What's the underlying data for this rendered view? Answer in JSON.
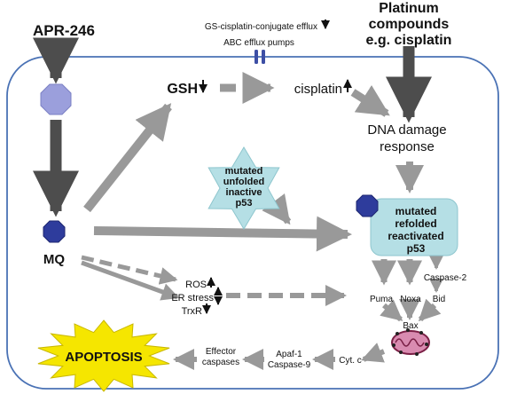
{
  "labels": {
    "apr246": "APR-246",
    "platinum_line1": "Platinum",
    "platinum_line2": "compounds",
    "platinum_line3": "e.g. cisplatin",
    "gs_efflux": "GS-cisplatin-conjugate efflux",
    "abc_pumps": "ABC efflux pumps",
    "gsh": "GSH",
    "cisplatin": "cisplatin",
    "ddr_line1": "DNA damage",
    "ddr_line2": "response",
    "mutated_unfolded_1": "mutated",
    "mutated_unfolded_2": "unfolded",
    "mutated_unfolded_3": "inactive",
    "mutated_unfolded_4": "p53",
    "mq": "MQ",
    "reactivated_1": "mutated",
    "reactivated_2": "refolded",
    "reactivated_3": "reactivated",
    "reactivated_4": "p53",
    "ros": "ROS",
    "er_stress": "ER stress",
    "trxr": "TrxR",
    "caspase2": "Caspase-2",
    "puma": "Puma",
    "noxa": "Noxa",
    "bid": "Bid",
    "bax": "Bax",
    "cytc": "Cyt. c",
    "apaf1": "Apaf-1",
    "caspase9": "Caspase-9",
    "effector": "Effector",
    "caspases": "caspases",
    "apoptosis": "APOPTOSIS"
  },
  "colors": {
    "cell_border": "#4a72b5",
    "dark_arrow": "#4d4d4d",
    "grey_arrow": "#999999",
    "octagon_light": "#9b9fdc",
    "octagon_dark": "#2e3c9c",
    "star_fill": "#b5dfe5",
    "p53_box": "#b5dfe5",
    "apoptosis_star": "#f5e600",
    "mito_fill": "#d98bb0",
    "mito_stroke": "#7a1f45"
  },
  "icons": {
    "up": "up-arrow-icon",
    "down": "down-arrow-icon",
    "updown": "up-down-arrow-icon",
    "pump": "efflux-pump-icon",
    "mito": "mitochondrion-icon"
  }
}
